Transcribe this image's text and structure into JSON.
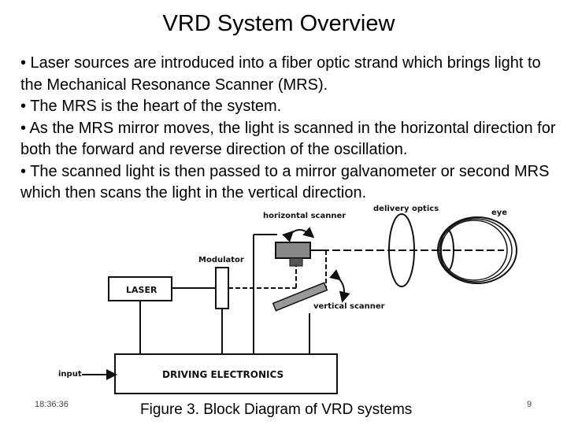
{
  "slide": {
    "title": "VRD System Overview",
    "bullets": [
      "• Laser sources are introduced into a fiber optic strand which brings light to the Mechanical Resonance Scanner (MRS).",
      "• The MRS is the heart of the system.",
      "• As the MRS mirror moves, the light is scanned in the horizontal direction for both the forward and reverse direction of the oscillation.",
      "• The scanned light is then passed to a mirror galvanometer or second MRS which then scans the light in the vertical direction."
    ]
  },
  "diagram": {
    "labels": {
      "horizontal_scanner": "horizontal scanner",
      "delivery_optics": "delivery optics",
      "eye": "eye",
      "modulator": "Modulator",
      "laser": "LASER",
      "vertical_scanner": "vertical scanner",
      "input": "input",
      "driving_electronics": "DRIVING ELECTRONICS"
    }
  },
  "footer": {
    "timestamp": "18:36:36",
    "caption": "Figure 3. Block Diagram of VRD systems",
    "page_number": "9"
  }
}
